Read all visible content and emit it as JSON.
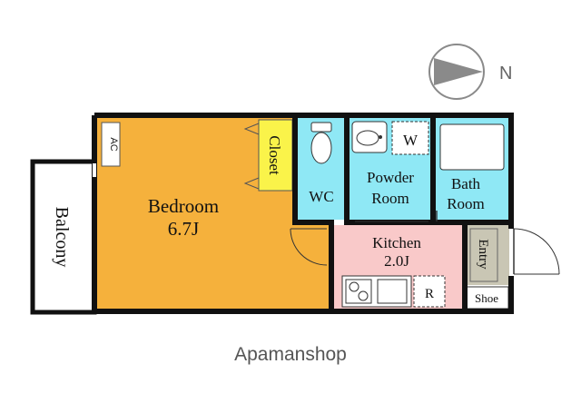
{
  "compass": {
    "label": "N"
  },
  "rooms": {
    "bedroom": {
      "name": "Bedroom",
      "size": "6.7J"
    },
    "balcony": {
      "name": "Balcony"
    },
    "closet": {
      "name": "Closet"
    },
    "wc": {
      "name": "WC"
    },
    "powder": {
      "line1": "Powder",
      "line2": "Room"
    },
    "bath": {
      "line1": "Bath",
      "line2": "Room"
    },
    "kitchen": {
      "name": "Kitchen",
      "size": "2.0J"
    },
    "entry": {
      "name": "Entry"
    },
    "shoe": {
      "name": "Shoe"
    }
  },
  "fixtures": {
    "ac": "AC",
    "washer": "W",
    "fridge": "R"
  },
  "brand": "Apamanshop",
  "colors": {
    "bedroom": "#f5b13c",
    "wet": "#8fe8f5",
    "kitchen": "#f9c9c9",
    "closet": "#faf34a",
    "entry": "#c9c6b4",
    "wall": "#111111",
    "compass": "#8a8a8a"
  }
}
